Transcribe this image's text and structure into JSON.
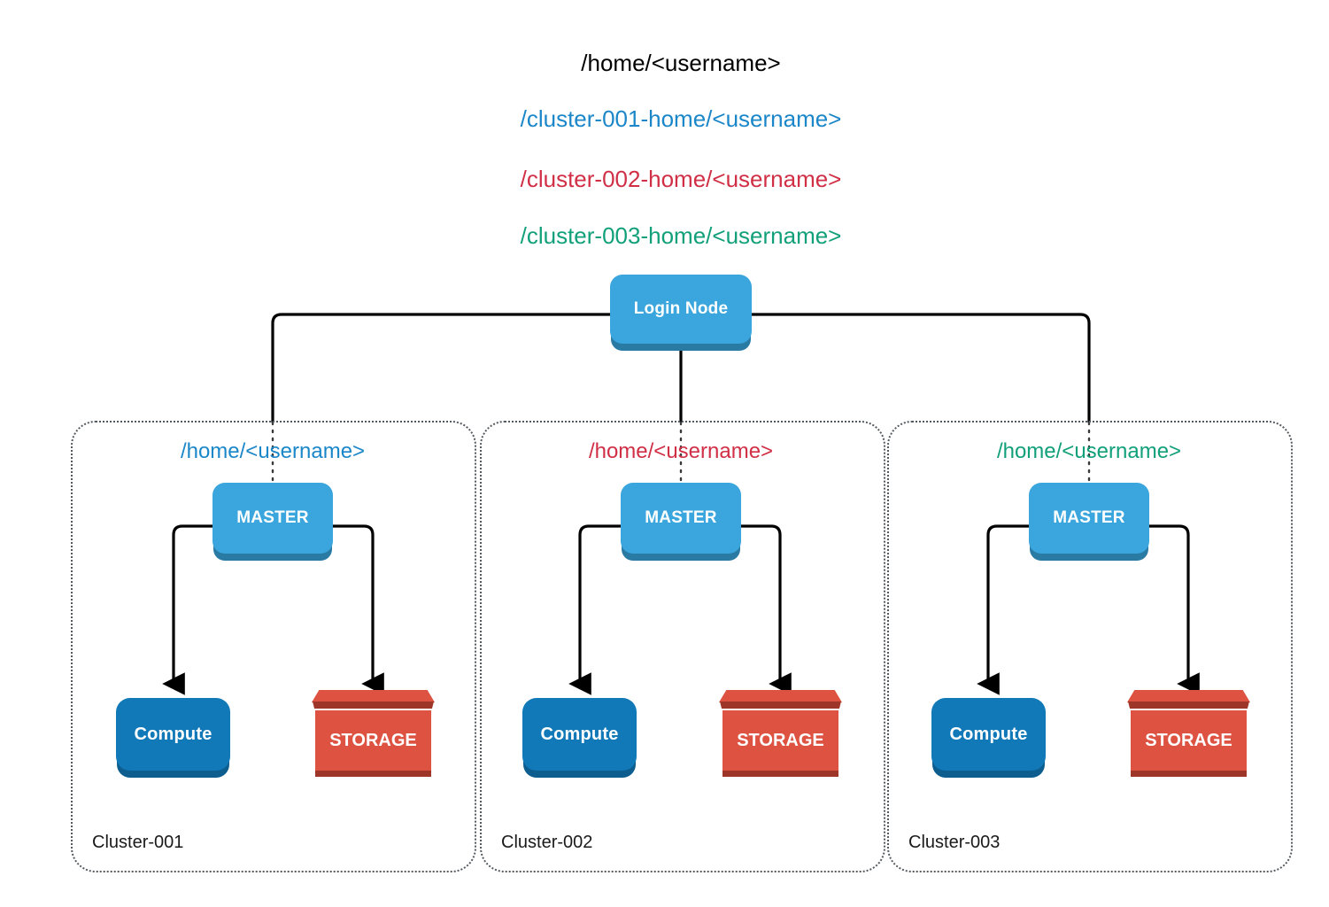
{
  "diagram": {
    "title_paths": [
      {
        "text": "/home/<username>",
        "color": "#000000",
        "name": "path-home-root"
      },
      {
        "text": "/cluster-001-home/<username>",
        "color": "#1b87c9",
        "name": "path-cluster-001-home"
      },
      {
        "text": "/cluster-002-home/<username>",
        "color": "#d02f46",
        "name": "path-cluster-002-home"
      },
      {
        "text": "/cluster-003-home/<username>",
        "color": "#11a07a",
        "name": "path-cluster-003-home"
      }
    ],
    "login_node": {
      "label": "Login Node",
      "fill": "#3ba6dd",
      "shadow": "#2a7ba3"
    },
    "clusters": [
      {
        "caption": "Cluster-001",
        "mount_path": "/home/<username>",
        "mount_color": "#1b87c9",
        "master_label": "MASTER",
        "compute_label": "Compute",
        "storage_label": "STORAGE"
      },
      {
        "caption": "Cluster-002",
        "mount_path": "/home/<username>",
        "mount_color": "#d02f46",
        "master_label": "MASTER",
        "compute_label": "Compute",
        "storage_label": "STORAGE"
      },
      {
        "caption": "Cluster-003",
        "mount_path": "/home/<username>",
        "mount_color": "#11a07a",
        "master_label": "MASTER",
        "compute_label": "Compute",
        "storage_label": "STORAGE"
      }
    ],
    "colors": {
      "light_blue": "#3ba6dd",
      "light_blue_shadow": "#2a7ba3",
      "dark_blue": "#1179b8",
      "dark_blue_shadow": "#0d5e8f",
      "storage_red": "#dd5240",
      "storage_red_dark": "#9e3529",
      "line": "#000000",
      "cluster_border": "#555a5f",
      "background": "#ffffff"
    }
  }
}
